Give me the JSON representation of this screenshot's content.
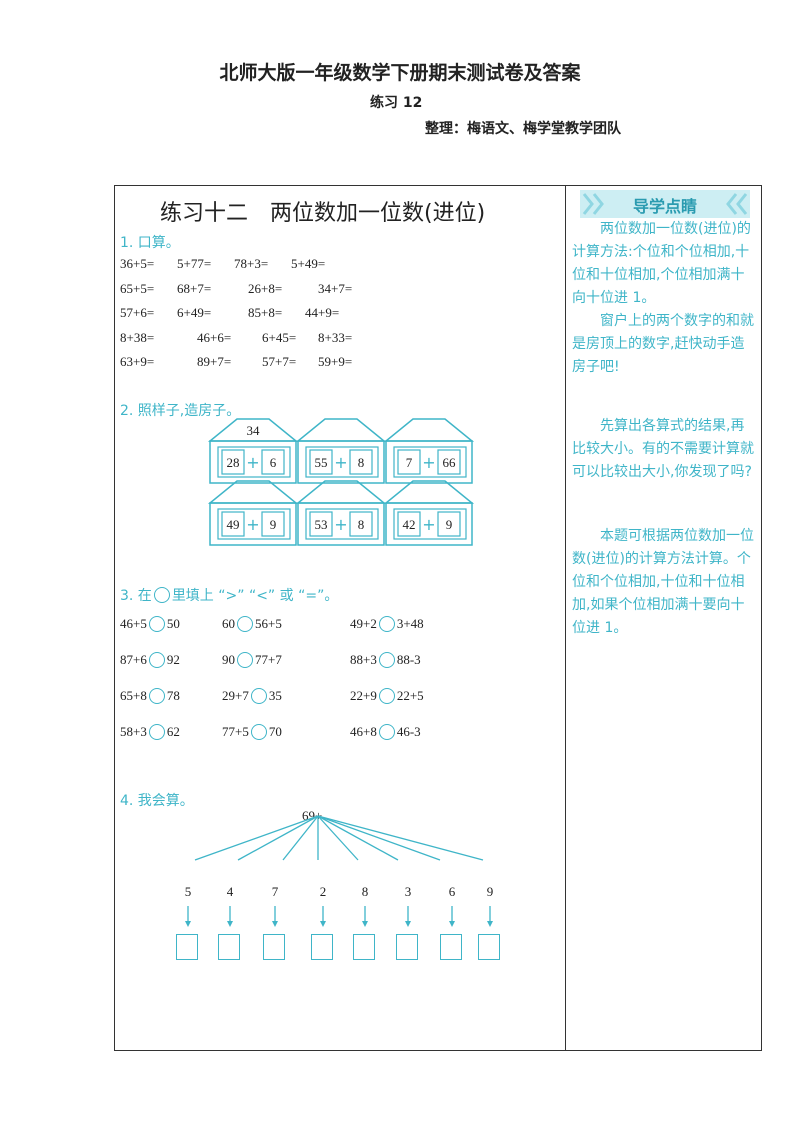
{
  "header": {
    "title": "北师大版一年级数学下册期末测试卷及答案",
    "subtitle": "练习 12",
    "editors": "整理：梅语文、梅学堂教学团队"
  },
  "lesson": {
    "title": "练习十二　两位数加一位数(进位)"
  },
  "section1": {
    "label": "1. 口算。",
    "rows": [
      [
        "36+5=",
        "5+77=",
        "78+3=",
        "5+49="
      ],
      [
        "65+5=",
        "68+7=",
        "26+8=",
        "34+7="
      ],
      [
        "57+6=",
        "6+49=",
        "85+8=",
        "44+9="
      ],
      [
        "8+38=",
        "46+6=",
        "6+45=",
        "8+33="
      ],
      [
        "63+9=",
        "89+7=",
        "57+7=",
        "59+9="
      ]
    ]
  },
  "section2": {
    "label": "2. 照样子,造房子。",
    "houses_top": [
      {
        "roof": "34",
        "a": "28",
        "b": "6"
      },
      {
        "roof": "",
        "a": "55",
        "b": "8"
      },
      {
        "roof": "",
        "a": "7",
        "b": "66"
      }
    ],
    "houses_bottom": [
      {
        "roof": "",
        "a": "49",
        "b": "9"
      },
      {
        "roof": "",
        "a": "53",
        "b": "8"
      },
      {
        "roof": "",
        "a": "42",
        "b": "9"
      }
    ],
    "plus": "+"
  },
  "section3": {
    "label_a": "3. 在",
    "label_b": "里填上 “>” “<” 或 “=”。",
    "rows": [
      [
        [
          "46+5",
          "50"
        ],
        [
          "60",
          "56+5"
        ],
        [
          "49+2",
          "3+48"
        ]
      ],
      [
        [
          "87+6",
          "92"
        ],
        [
          "90",
          "77+7"
        ],
        [
          "88+3",
          "88-3"
        ]
      ],
      [
        [
          "65+8",
          "78"
        ],
        [
          "29+7",
          "35"
        ],
        [
          "22+9",
          "22+5"
        ]
      ],
      [
        [
          "58+3",
          "62"
        ],
        [
          "77+5",
          "70"
        ],
        [
          "46+8",
          "46-3"
        ]
      ]
    ]
  },
  "section4": {
    "label": "4. 我会算。",
    "hub": "69+",
    "numbers": [
      "5",
      "4",
      "7",
      "2",
      "8",
      "3",
      "6",
      "9"
    ]
  },
  "guide": {
    "banner": "导学点睛",
    "note1": "两位数加一位数(进位)的计算方法:个位和个位相加,十位和十位相加,个位相加满十向十位进 1。",
    "note1b": "窗户上的两个数字的和就是房顶上的数字,赶快动手造房子吧!",
    "note2": "先算出各算式的结果,再比较大小。有的不需要计算就可以比较出大小,你发现了吗?",
    "note3": "本题可根据两位数加一位数(进位)的计算方法计算。个位和个位相加,十位和十位相加,如果个位相加满十要向十位进 1。"
  },
  "colors": {
    "accent": "#3fb5c8",
    "banner": "#cdeef3"
  }
}
